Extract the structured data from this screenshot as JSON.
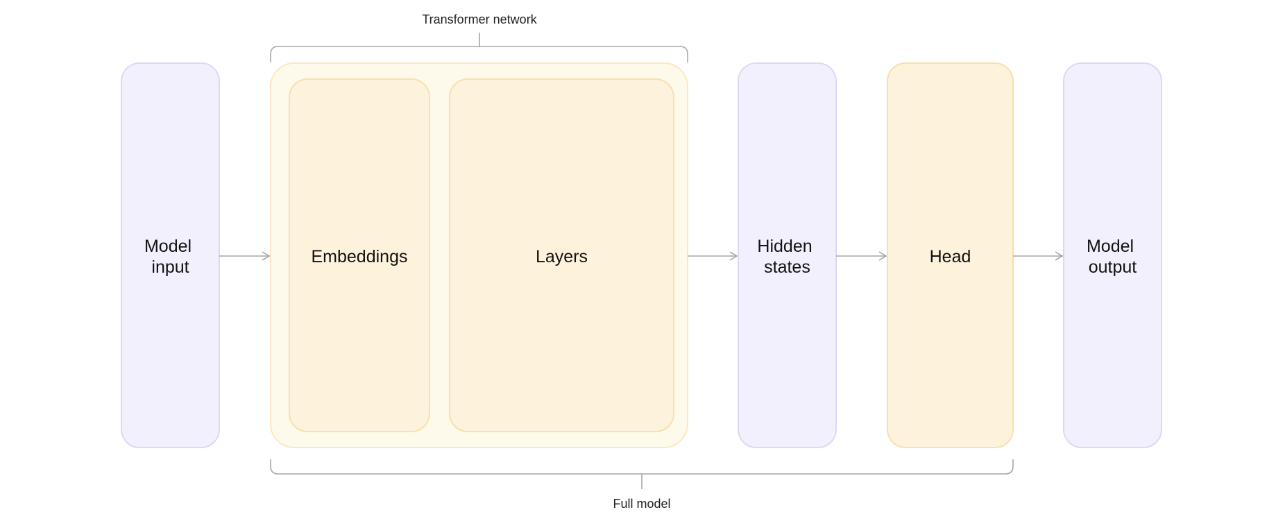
{
  "colors": {
    "purple_fill": "#f3f0fd",
    "purple_stroke": "#dcd8f5",
    "orange_fill": "#fdf2dc",
    "orange_stroke": "#f8dfae",
    "outer_fill": "#fefaeb",
    "outer_stroke": "#fbe7c2",
    "line": "#a6a6a6"
  },
  "labels": {
    "model_input": [
      "Model",
      "input"
    ],
    "embeddings": "Embeddings",
    "layers": "Layers",
    "hidden_states": [
      "Hidden",
      "states"
    ],
    "head": "Head",
    "model_output": [
      "Model",
      "output"
    ]
  },
  "brackets": {
    "top": "Transformer network",
    "bottom": "Full model"
  }
}
